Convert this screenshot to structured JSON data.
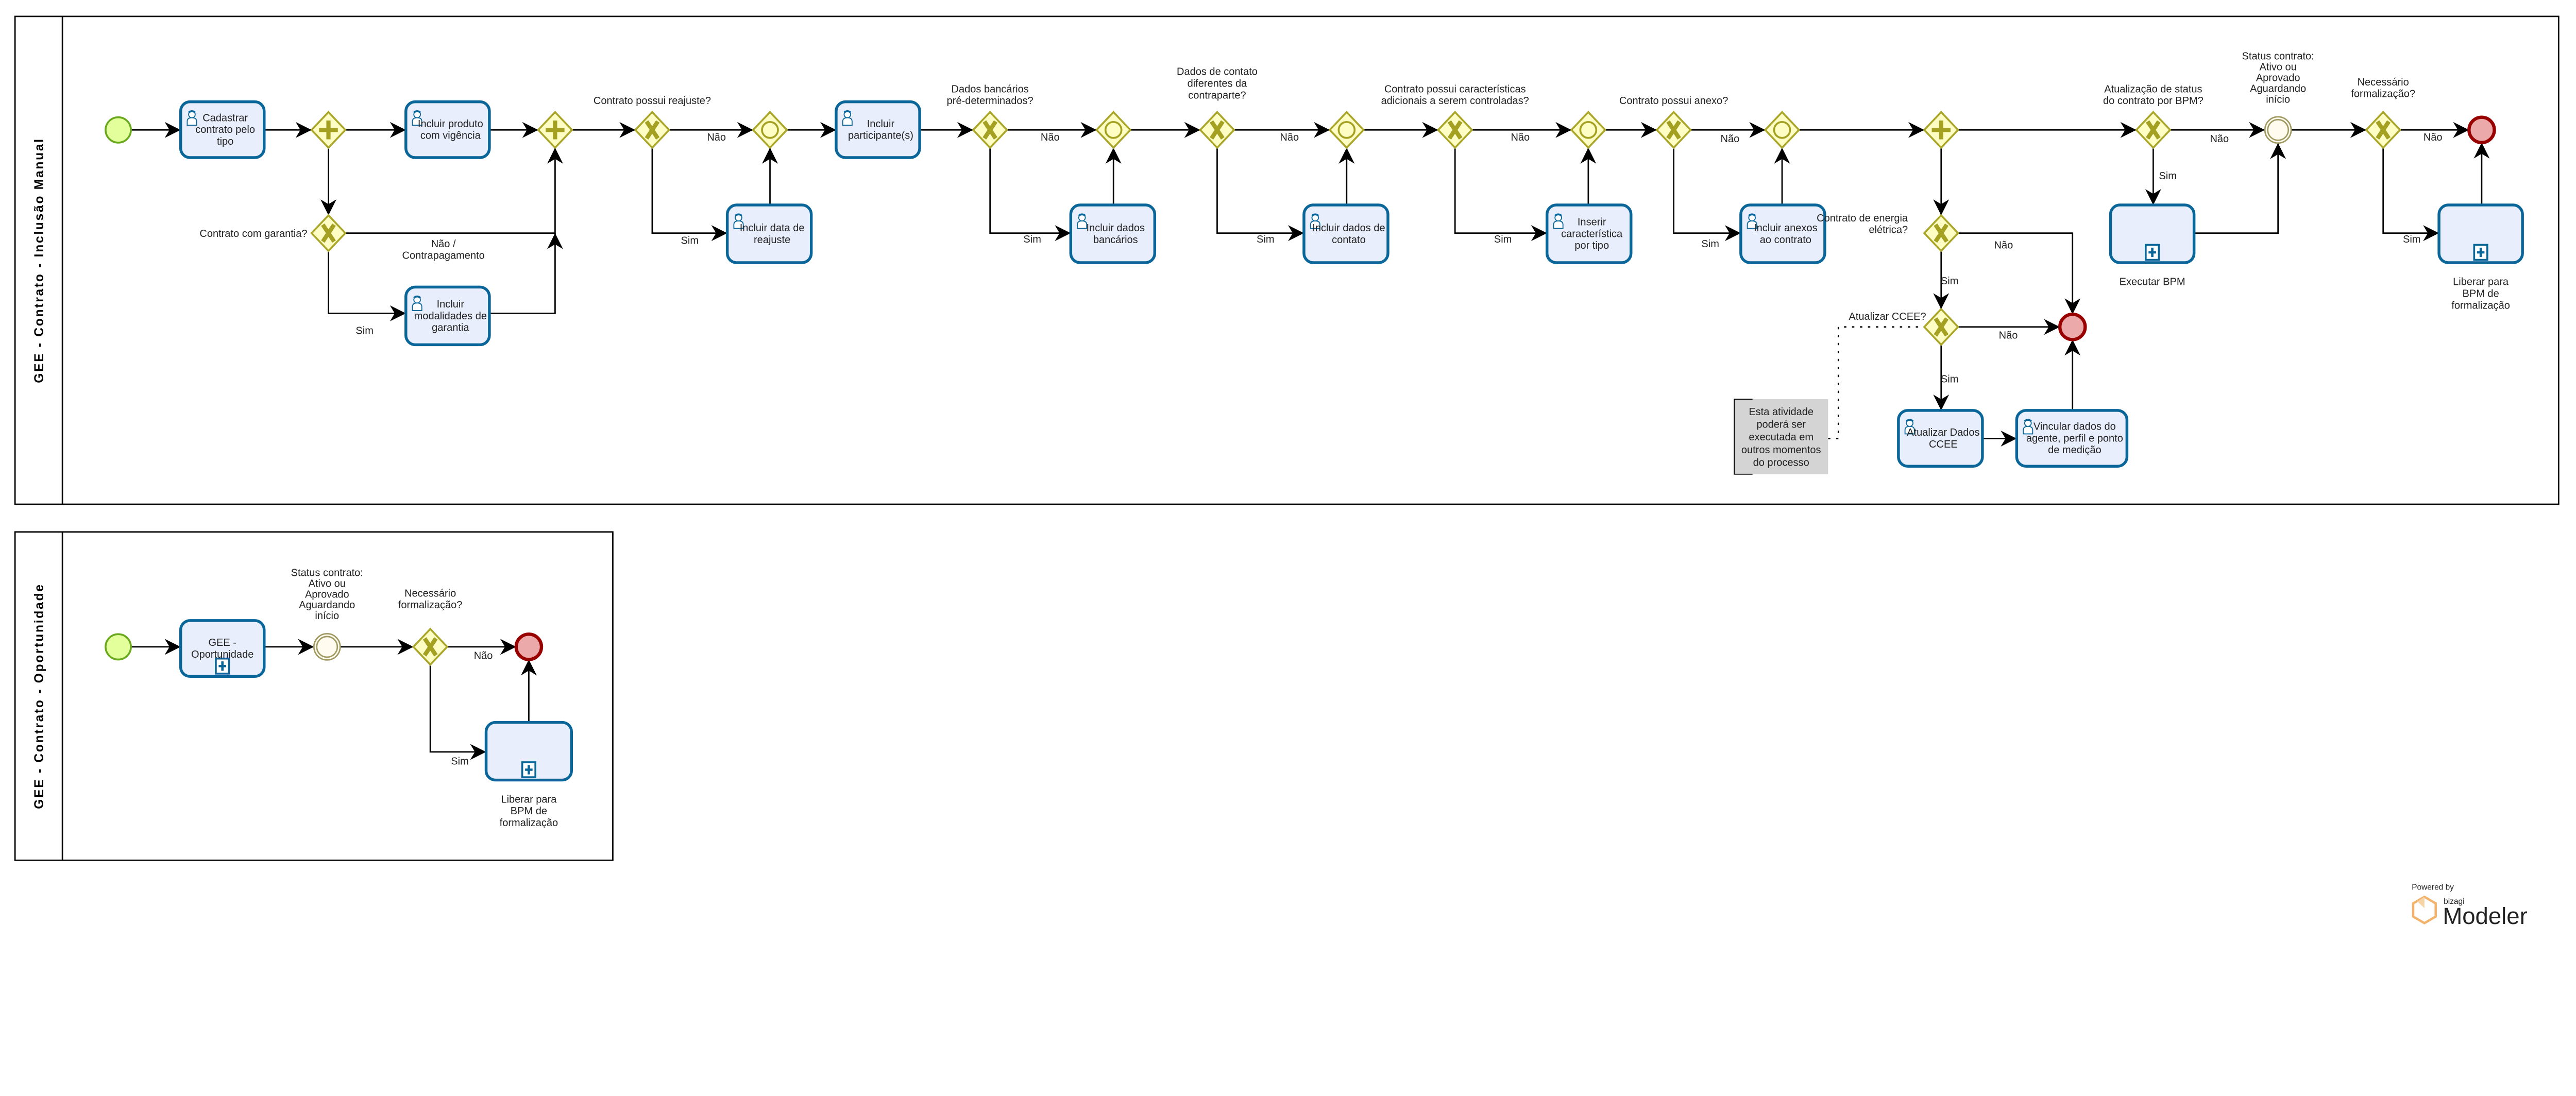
{
  "pools": [
    {
      "title": "GEE - Contrato - Inclusão Manual"
    },
    {
      "title": "GEE - Contrato - Oportunidade"
    }
  ],
  "tasks": {
    "cadastrar": [
      "Cadastrar",
      "contrato pelo",
      "tipo"
    ],
    "produto": [
      "Incluir produto",
      "com vigência"
    ],
    "modalidades": [
      "Incluir",
      "modalidades de",
      "garantia"
    ],
    "reajuste": [
      "Incluir data de",
      "reajuste"
    ],
    "participante": [
      "Incluir",
      "participante(s)"
    ],
    "bancarios": [
      "Incluir dados",
      "bancários"
    ],
    "contato": [
      "Incluir dados de",
      "contato"
    ],
    "caracteristica": [
      "Inserir",
      "característica",
      "por tipo"
    ],
    "anexos": [
      "Incluir anexos",
      "ao contrato"
    ],
    "executar_bpm": [
      "Executar BPM"
    ],
    "liberar_bpm": [
      "Liberar para",
      "BPM de",
      "formalização"
    ],
    "atualizar_ccee": [
      "Atualizar Dados",
      "CCEE"
    ],
    "vincular": [
      "Vincular dados do",
      "agente, perfil e ponto",
      "de medição"
    ],
    "gee_oportunidade": [
      "GEE -",
      "Oportunidade"
    ],
    "liberar_bpm_2": [
      "Liberar para",
      "BPM de",
      "formalização"
    ]
  },
  "gateways": {
    "garantia": [
      "Contrato com garantia?"
    ],
    "reajuste": [
      "Contrato possui reajuste?"
    ],
    "bancarios": [
      "Dados bancários",
      "pré-determinados?"
    ],
    "contato": [
      "Dados de contato",
      "diferentes da",
      "contraparte?"
    ],
    "caracteristicas": [
      "Contrato possui características",
      "adicionais a serem controladas?"
    ],
    "anexo": [
      "Contrato possui anexo?"
    ],
    "status_bpm": [
      "Atualização de status",
      "do contrato por BPM?"
    ],
    "status_contrato": [
      "Status contrato:",
      "Ativo ou",
      "Aprovado",
      "Aguardando",
      "início"
    ],
    "formalizacao": [
      "Necessário",
      "formalização?"
    ],
    "energia": [
      "Contrato de energia",
      "elétrica?"
    ],
    "ccee": [
      "Atualizar CCEE?"
    ],
    "status_contrato_2": [
      "Status contrato:",
      "Ativo ou",
      "Aprovado",
      "Aguardando",
      "início"
    ],
    "formalizacao_2": [
      "Necessário",
      "formalização?"
    ]
  },
  "flow_labels": {
    "nao": "Não",
    "sim": "Sim",
    "nao_contrapagamento": [
      "Não /",
      "Contrapagamento"
    ]
  },
  "annotation": [
    "Esta atividade",
    "poderá ser",
    "executada em",
    "outros momentos",
    "do processo"
  ],
  "logo": {
    "powered_by": "Powered by",
    "brand": "bizagi",
    "product": "Modeler"
  },
  "colors": {
    "task_fill": "#e9eefd",
    "task_stroke": "#0a6699",
    "gateway_fill": "#fefec4",
    "gateway_stroke": "#aaa62a",
    "gateway_marker": "#a3a022",
    "start_fill": "#e2ff9c",
    "start_stroke": "#6aa81e",
    "end_fill": "#eba9a9",
    "end_stroke": "#990000",
    "logo_orange": "#f9cb96"
  }
}
